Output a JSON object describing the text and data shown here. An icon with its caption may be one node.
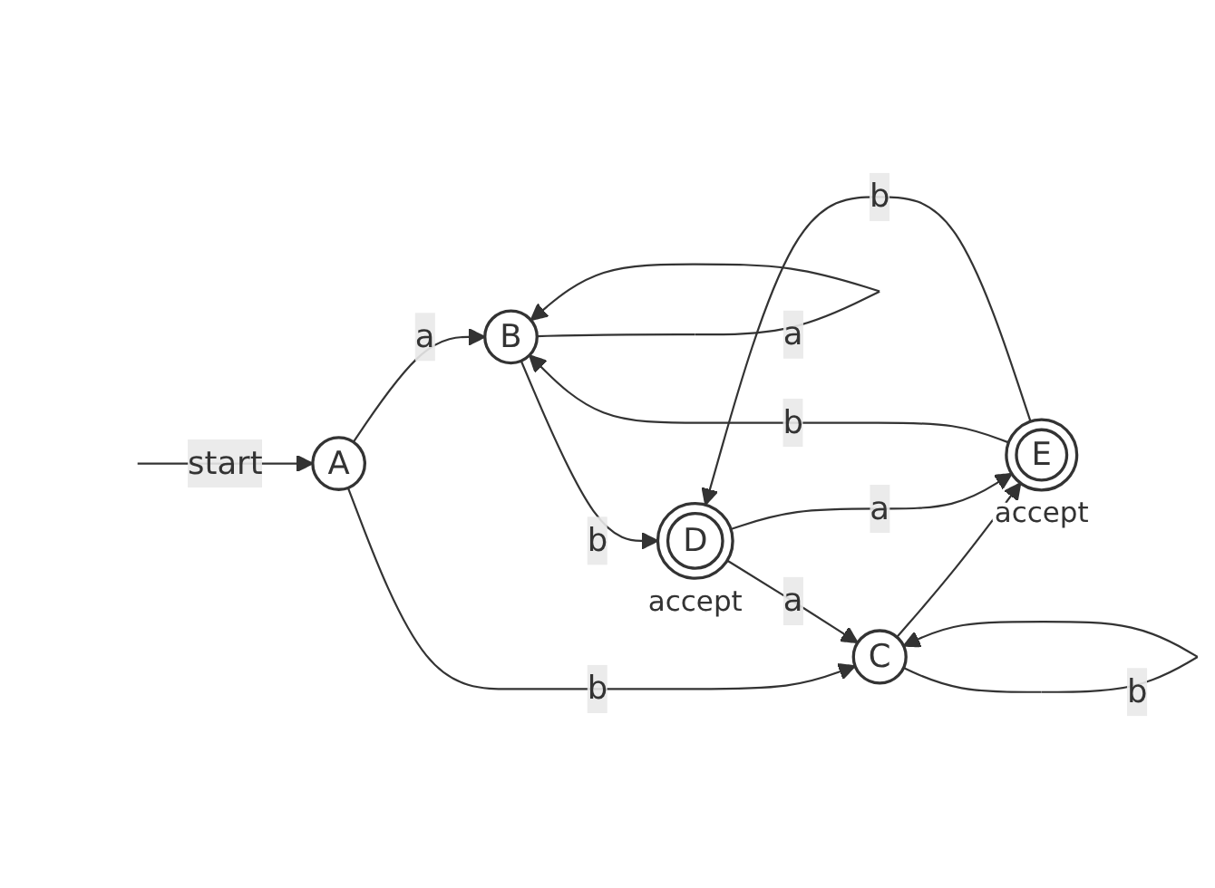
{
  "diagram": {
    "nodes": [
      {
        "text": [
          "A"
        ]
      },
      {
        "text": [
          "B"
        ]
      },
      {
        "text": [
          "C"
        ]
      },
      {
        "text": [
          "D"
        ],
        "beside": [
          "accept"
        ]
      },
      {
        "text": [
          "E"
        ],
        "beside": [
          "accept"
        ]
      }
    ],
    "edges": [
      {
        "from": null,
        "to": 0,
        "label": "start",
        "arrow": "to"
      },
      {
        "from": 0,
        "to": 1,
        "label": "a",
        "arrow": "to"
      },
      {
        "from": 0,
        "to": 2,
        "label": "b",
        "arrow": "to"
      },
      {
        "from": 1,
        "to": 1,
        "label": "a",
        "arrow": "to"
      },
      {
        "from": 1,
        "to": 3,
        "label": "b",
        "arrow": "to"
      },
      {
        "from": 3,
        "to": 2,
        "label": "a",
        "arrow": "to"
      },
      {
        "from": 4,
        "to": 1,
        "label": "b",
        "arrow": "to"
      },
      {
        "from": 2,
        "to": 4,
        "arrow": "to"
      },
      {
        "from": 2,
        "to": 2,
        "label": "b",
        "arrow": "to"
      },
      {
        "from": 3,
        "to": 4,
        "label": "a",
        "arrow": "to"
      },
      {
        "from": 4,
        "to": 3,
        "label": "b",
        "arrow": "to"
      }
    ]
  }
}
